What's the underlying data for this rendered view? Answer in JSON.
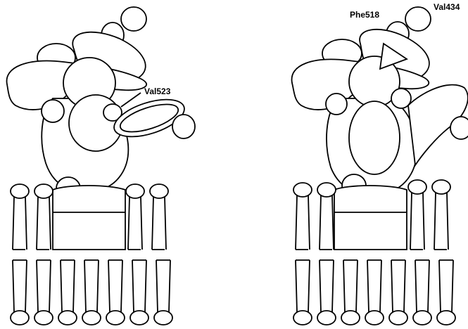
{
  "panels": {
    "left": {
      "label": "Val523"
    },
    "right": {
      "label_1": "Phe518",
      "label_2": "Val434"
    }
  }
}
